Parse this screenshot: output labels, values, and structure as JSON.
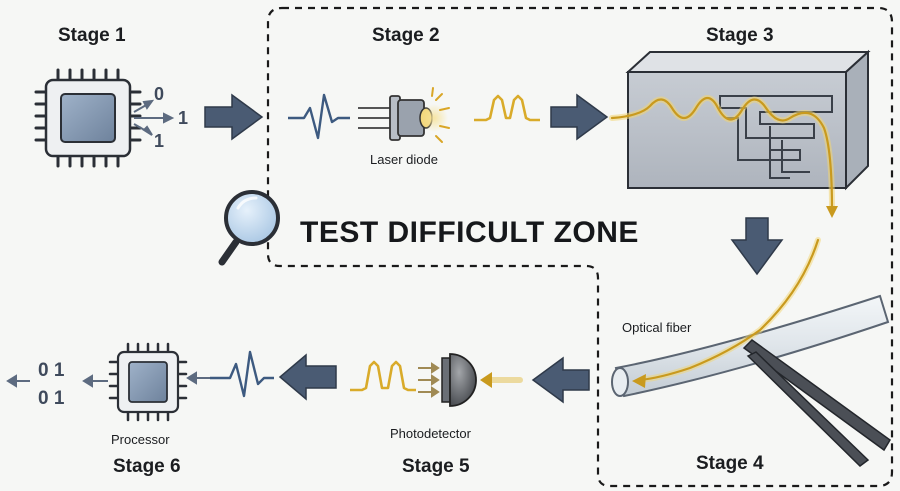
{
  "stages": {
    "s1": "Stage 1",
    "s2": "Stage 2",
    "s3": "Stage 3",
    "s4": "Stage 4",
    "s5": "Stage 5",
    "s6": "Stage 6"
  },
  "labels": {
    "laser": "Laser diode",
    "fiber": "Optical fiber",
    "photodetector": "Photodetector",
    "processor": "Processor",
    "zone": "TEST DIFFICULT ZONE"
  },
  "bits": {
    "b0": "0",
    "b1": "1",
    "b2": "1",
    "out_top": "0 1",
    "out_bottom": "0 1"
  },
  "colors": {
    "arrow": "#4a5b73",
    "signal_blue": "#3d5a80",
    "signal_yellow": "#e2b93b",
    "chip_body": "#7f93ad",
    "dashed": "#1a1a1a"
  },
  "icons": [
    "cpu-chip-icon",
    "laser-diode-icon",
    "waveguide-chip-icon",
    "optical-fiber-icon",
    "tweezers-icon",
    "photodetector-icon",
    "magnifier-icon",
    "processor-chip-icon"
  ]
}
